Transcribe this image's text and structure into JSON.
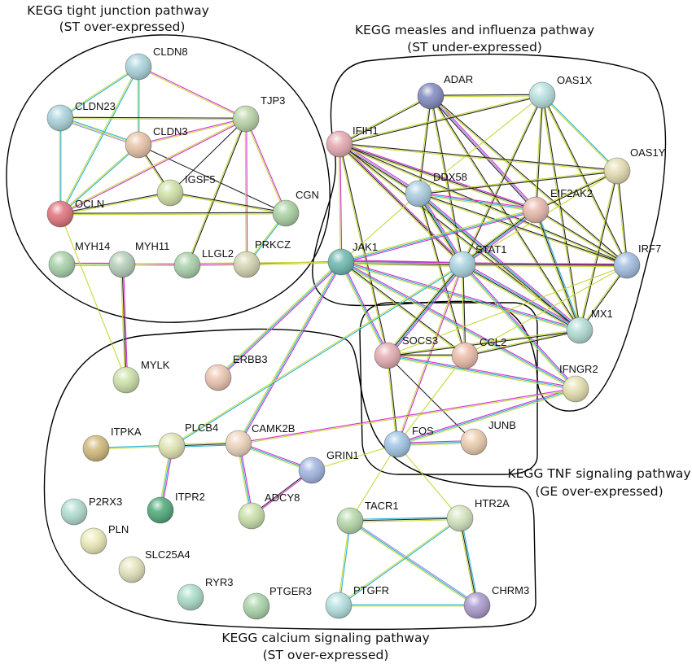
{
  "diagram": {
    "type": "protein-interaction-network",
    "edge_colors": {
      "textmining": "#c6d93a",
      "coexpression": "#222222",
      "database": "#25b3d6",
      "experiments": "#d42ecf",
      "homology": "#9b8ee0"
    },
    "groups": [
      {
        "id": "tight",
        "title": "KEGG tight junction pathway",
        "subtitle": "(ST over-expressed)"
      },
      {
        "id": "measles",
        "title": "KEGG measles and influenza pathway",
        "subtitle": "(ST under-expressed)"
      },
      {
        "id": "tnf",
        "title": "KEGG TNF signaling pathway",
        "subtitle": "(GE over-expressed)"
      },
      {
        "id": "calcium",
        "title": "KEGG calcium signaling pathway",
        "subtitle": "(ST over-expressed)"
      }
    ],
    "nodes": [
      {
        "id": "CLDN8",
        "color": "#a9d3dc"
      },
      {
        "id": "CLDN23",
        "color": "#a9d3dc"
      },
      {
        "id": "CLDN3",
        "color": "#e8c2a6"
      },
      {
        "id": "TJP3",
        "color": "#b9d4a8"
      },
      {
        "id": "IGSF5",
        "color": "#cfe0a4"
      },
      {
        "id": "OCLN",
        "color": "#e0707a"
      },
      {
        "id": "CGN",
        "color": "#a8d0a0"
      },
      {
        "id": "MYH14",
        "color": "#a6d0a8"
      },
      {
        "id": "MYH11",
        "color": "#b4cdb8"
      },
      {
        "id": "LLGL2",
        "color": "#a8d0a8"
      },
      {
        "id": "PRKCZ",
        "color": "#d3d4b0"
      },
      {
        "id": "ADAR",
        "color": "#7e88bd"
      },
      {
        "id": "OAS1X",
        "color": "#b8e0e0"
      },
      {
        "id": "IFIH1",
        "color": "#e4a9b0"
      },
      {
        "id": "OAS1Y",
        "color": "#e4dcb0"
      },
      {
        "id": "DDX58",
        "color": "#a8cce0"
      },
      {
        "id": "EIF2AK2",
        "color": "#e8b8ac"
      },
      {
        "id": "JAK1",
        "color": "#6cb8b0"
      },
      {
        "id": "STAT1",
        "color": "#a8d4e0"
      },
      {
        "id": "IRF7",
        "color": "#a0bce0"
      },
      {
        "id": "MX1",
        "color": "#b0dcd4"
      },
      {
        "id": "SOCS3",
        "color": "#e4aab0"
      },
      {
        "id": "CCL2",
        "color": "#ecbca8"
      },
      {
        "id": "IFNGR2",
        "color": "#e4e0b0"
      },
      {
        "id": "FOS",
        "color": "#a0c4e4"
      },
      {
        "id": "JUNB",
        "color": "#ecccac"
      },
      {
        "id": "MYLK",
        "color": "#cce0a8"
      },
      {
        "id": "ERBB3",
        "color": "#ecc4b0"
      },
      {
        "id": "ITPKA",
        "color": "#d0b878"
      },
      {
        "id": "PLCB4",
        "color": "#e0e4b0"
      },
      {
        "id": "CAMK2B",
        "color": "#ecd4bc"
      },
      {
        "id": "GRIN1",
        "color": "#a0b4e0"
      },
      {
        "id": "P2RX3",
        "color": "#b0dcd0"
      },
      {
        "id": "ITPR2",
        "color": "#4ca878"
      },
      {
        "id": "ADCY8",
        "color": "#c8e0a8"
      },
      {
        "id": "PLN",
        "color": "#ecebb8"
      },
      {
        "id": "SLC25A4",
        "color": "#e4e4bc"
      },
      {
        "id": "RYR3",
        "color": "#a8dcc8"
      },
      {
        "id": "PTGER3",
        "color": "#a8d4a8"
      },
      {
        "id": "TACR1",
        "color": "#b4d8a8"
      },
      {
        "id": "HTR2A",
        "color": "#d4e4bc"
      },
      {
        "id": "PTGFR",
        "color": "#b4e0e0"
      },
      {
        "id": "CHRM3",
        "color": "#a898cc"
      }
    ],
    "edges": [
      [
        "CLDN8",
        "CLDN23",
        "dy"
      ],
      [
        "CLDN8",
        "CLDN3",
        "dy"
      ],
      [
        "CLDN8",
        "OCLN",
        "dy"
      ],
      [
        "CLDN8",
        "TJP3",
        "my"
      ],
      [
        "CLDN23",
        "CLDN3",
        "dyh"
      ],
      [
        "CLDN23",
        "TJP3",
        "ky"
      ],
      [
        "CLDN23",
        "OCLN",
        "dy"
      ],
      [
        "CLDN3",
        "TJP3",
        "my"
      ],
      [
        "CLDN3",
        "OCLN",
        "dy"
      ],
      [
        "CLDN3",
        "IGSF5",
        "ky"
      ],
      [
        "CLDN3",
        "CGN",
        "k"
      ],
      [
        "TJP3",
        "OCLN",
        "my"
      ],
      [
        "TJP3",
        "IGSF5",
        "k"
      ],
      [
        "TJP3",
        "CGN",
        "my"
      ],
      [
        "TJP3",
        "PRKCZ",
        "my"
      ],
      [
        "TJP3",
        "LLGL2",
        "ky"
      ],
      [
        "OCLN",
        "IGSF5",
        "ky"
      ],
      [
        "OCLN",
        "CGN",
        "ky"
      ],
      [
        "IGSF5",
        "CGN",
        "ky"
      ],
      [
        "CGN",
        "PRKCZ",
        "dy"
      ],
      [
        "MYH14",
        "MYH11",
        "mdy"
      ],
      [
        "MYH11",
        "LLGL2",
        "my"
      ],
      [
        "LLGL2",
        "PRKCZ",
        "my"
      ],
      [
        "PRKCZ",
        "JAK1",
        "my"
      ],
      [
        "MYH11",
        "MYLK",
        "mky"
      ],
      [
        "OCLN",
        "MYLK",
        "y"
      ],
      [
        "ADAR",
        "OAS1X",
        "ky"
      ],
      [
        "ADAR",
        "IFIH1",
        "ky"
      ],
      [
        "ADAR",
        "DDX58",
        "ky"
      ],
      [
        "ADAR",
        "STAT1",
        "ky"
      ],
      [
        "ADAR",
        "EIF2AK2",
        "mhk"
      ],
      [
        "ADAR",
        "IRF7",
        "ky"
      ],
      [
        "ADAR",
        "MX1",
        "ky"
      ],
      [
        "OAS1X",
        "IFIH1",
        "ky"
      ],
      [
        "OAS1X",
        "DDX58",
        "y"
      ],
      [
        "OAS1X",
        "EIF2AK2",
        "ky"
      ],
      [
        "OAS1X",
        "OAS1Y",
        "dy"
      ],
      [
        "OAS1X",
        "IRF7",
        "ky"
      ],
      [
        "OAS1X",
        "MX1",
        "ky"
      ],
      [
        "OAS1X",
        "STAT1",
        "ky"
      ],
      [
        "IFIH1",
        "OAS1Y",
        "ky"
      ],
      [
        "IFIH1",
        "DDX58",
        "mhky"
      ],
      [
        "IFIH1",
        "EIF2AK2",
        "mky"
      ],
      [
        "IFIH1",
        "JAK1",
        "my"
      ],
      [
        "IFIH1",
        "STAT1",
        "mky"
      ],
      [
        "IFIH1",
        "IRF7",
        "ky"
      ],
      [
        "IFIH1",
        "MX1",
        "ky"
      ],
      [
        "IFIH1",
        "SOCS3",
        "ky"
      ],
      [
        "OAS1Y",
        "DDX58",
        "ky"
      ],
      [
        "OAS1Y",
        "EIF2AK2",
        "ky"
      ],
      [
        "OAS1Y",
        "IRF7",
        "ky"
      ],
      [
        "OAS1Y",
        "MX1",
        "ky"
      ],
      [
        "OAS1Y",
        "STAT1",
        "y"
      ],
      [
        "DDX58",
        "EIF2AK2",
        "mdy"
      ],
      [
        "DDX58",
        "JAK1",
        "y"
      ],
      [
        "DDX58",
        "STAT1",
        "mdky"
      ],
      [
        "DDX58",
        "IRF7",
        "ky"
      ],
      [
        "DDX58",
        "MX1",
        "mdky"
      ],
      [
        "DDX58",
        "CCL2",
        "ky"
      ],
      [
        "EIF2AK2",
        "JAK1",
        "mdy"
      ],
      [
        "EIF2AK2",
        "STAT1",
        "mdky"
      ],
      [
        "EIF2AK2",
        "IRF7",
        "ky"
      ],
      [
        "EIF2AK2",
        "MX1",
        "dky"
      ],
      [
        "JAK1",
        "STAT1",
        "mdky"
      ],
      [
        "JAK1",
        "IRF7",
        "my"
      ],
      [
        "JAK1",
        "MX1",
        "mdy"
      ],
      [
        "JAK1",
        "SOCS3",
        "mdy"
      ],
      [
        "JAK1",
        "IFNGR2",
        "mdy"
      ],
      [
        "JAK1",
        "CCL2",
        "ky"
      ],
      [
        "JAK1",
        "ERBB3",
        "mdy"
      ],
      [
        "JAK1",
        "CAMK2B",
        "mdy"
      ],
      [
        "JAK1",
        "MYH14",
        "y"
      ],
      [
        "STAT1",
        "IRF7",
        "mky"
      ],
      [
        "STAT1",
        "MX1",
        "mdky"
      ],
      [
        "STAT1",
        "SOCS3",
        "mdky"
      ],
      [
        "STAT1",
        "CCL2",
        "ky"
      ],
      [
        "STAT1",
        "IFNGR2",
        "mdy"
      ],
      [
        "STAT1",
        "FOS",
        "my"
      ],
      [
        "STAT1",
        "PLCB4",
        "dy"
      ],
      [
        "IRF7",
        "MX1",
        "ky"
      ],
      [
        "IRF7",
        "SOCS3",
        "y"
      ],
      [
        "IRF7",
        "CCL2",
        "y"
      ],
      [
        "MX1",
        "CCL2",
        "ky"
      ],
      [
        "MX1",
        "SOCS3",
        "ky"
      ],
      [
        "SOCS3",
        "CCL2",
        "ky"
      ],
      [
        "SOCS3",
        "IFNGR2",
        "mdy"
      ],
      [
        "SOCS3",
        "FOS",
        "ky"
      ],
      [
        "SOCS3",
        "JUNB",
        "k"
      ],
      [
        "CCL2",
        "FOS",
        "y"
      ],
      [
        "FOS",
        "JUNB",
        "mdy"
      ],
      [
        "FOS",
        "IFNGR2",
        "mdy"
      ],
      [
        "CAMK2B",
        "IFNGR2",
        "my"
      ],
      [
        "CAMK2B",
        "PLCB4",
        "dky"
      ],
      [
        "CAMK2B",
        "GRIN1",
        "mdy"
      ],
      [
        "CAMK2B",
        "ADCY8",
        "mdy"
      ],
      [
        "ITPKA",
        "PLCB4",
        "dy"
      ],
      [
        "PLCB4",
        "ITPR2",
        "mdy"
      ],
      [
        "GRIN1",
        "ADCY8",
        "mk"
      ],
      [
        "GRIN1",
        "FOS",
        "y"
      ],
      [
        "FOS",
        "TACR1",
        "y"
      ],
      [
        "FOS",
        "HTR2A",
        "y"
      ],
      [
        "TACR1",
        "HTR2A",
        "dky"
      ],
      [
        "TACR1",
        "PTGFR",
        "dy"
      ],
      [
        "TACR1",
        "CHRM3",
        "hdy"
      ],
      [
        "HTR2A",
        "PTGFR",
        "dy"
      ],
      [
        "HTR2A",
        "CHRM3",
        "dky"
      ],
      [
        "PTGFR",
        "CHRM3",
        "dy"
      ]
    ]
  }
}
